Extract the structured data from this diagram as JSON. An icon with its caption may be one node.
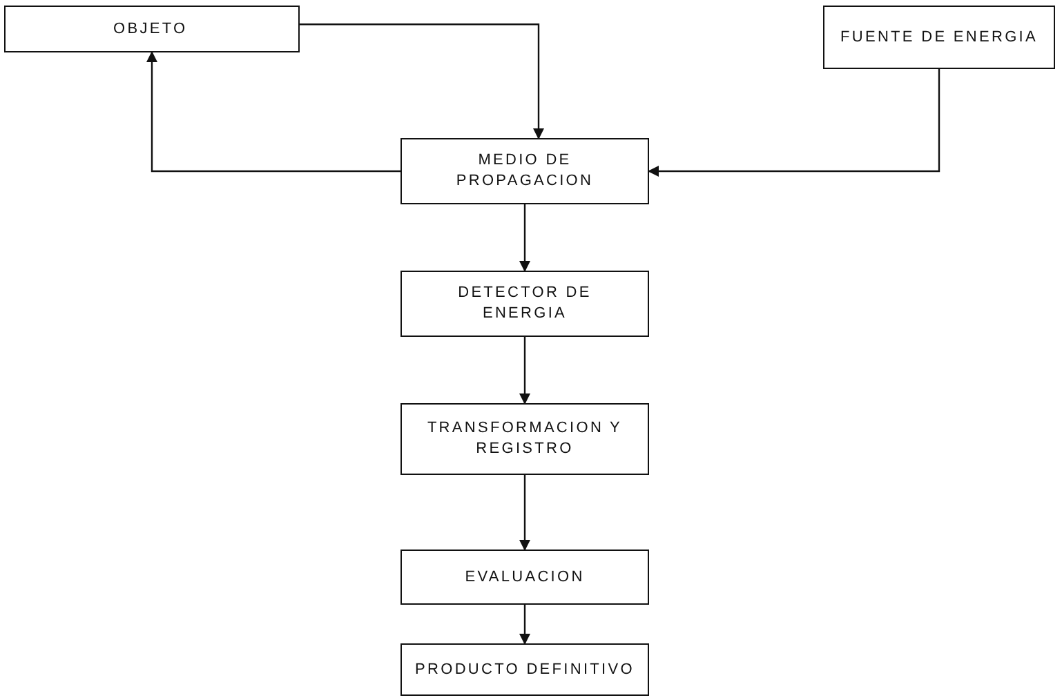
{
  "diagram": {
    "nodes": [
      {
        "text": [
          "OBJETO"
        ]
      },
      {
        "text": [
          "FUENTE DE ENERGIA"
        ]
      },
      {
        "text": [
          "MEDIO DE PROPAGACION"
        ]
      },
      {
        "text": [
          "DETECTOR DE ENERGIA"
        ]
      },
      {
        "text": [
          "TRANSFORMACION Y REGISTRO"
        ]
      },
      {
        "text": [
          "EVALUACION"
        ]
      },
      {
        "text": [
          "PRODUCTO DEFINITIVO"
        ]
      }
    ],
    "edges": [
      {
        "from": 0,
        "to": 2,
        "arrow": "to"
      },
      {
        "from": 2,
        "to": 0,
        "arrow": "to"
      },
      {
        "from": 1,
        "to": 2,
        "arrow": "to"
      },
      {
        "from": 2,
        "to": 3,
        "arrow": "to"
      },
      {
        "from": 3,
        "to": 4,
        "arrow": "to"
      },
      {
        "from": 4,
        "to": 5,
        "arrow": "to"
      },
      {
        "from": 5,
        "to": 6,
        "arrow": "to"
      }
    ]
  }
}
